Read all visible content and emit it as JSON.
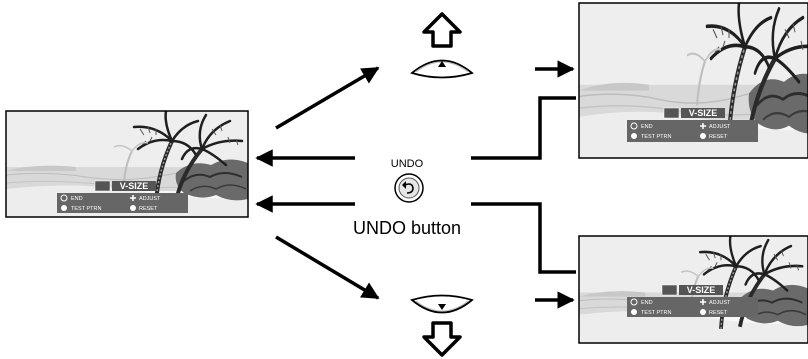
{
  "undo": {
    "caption": "UNDO",
    "button_label": "UNDO button"
  },
  "osd": {
    "title": "V-SIZE",
    "end": "END",
    "adjust": "ADJUST",
    "test_pattern": "TEST PTRN",
    "reset": "RESET"
  },
  "icons": {
    "up": "up-arrow-icon",
    "down": "down-arrow-icon",
    "undo": "undo-icon",
    "up_key": "up-key-button",
    "down_key": "down-key-button"
  }
}
